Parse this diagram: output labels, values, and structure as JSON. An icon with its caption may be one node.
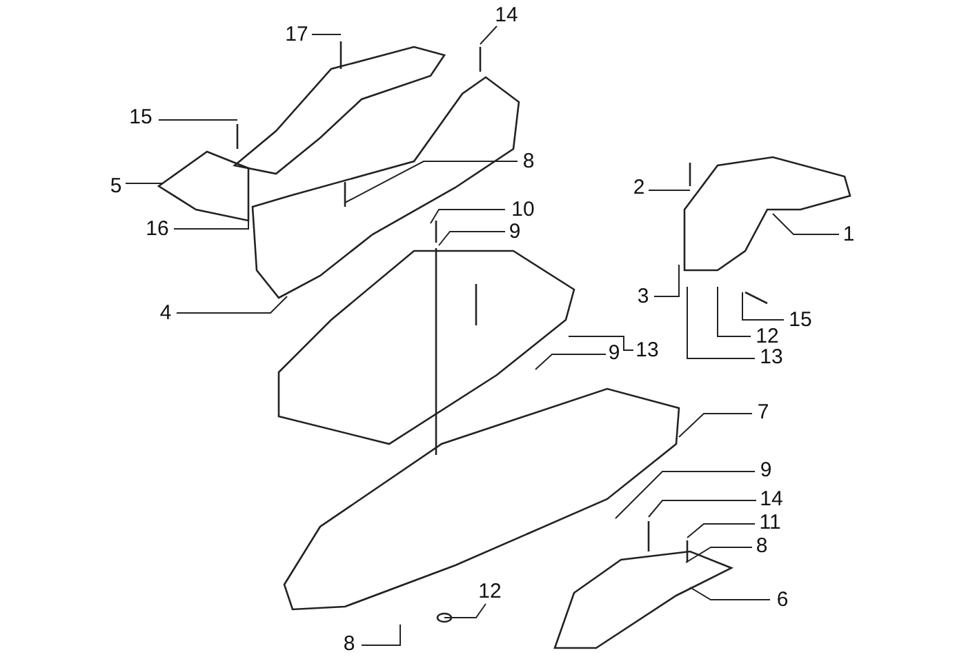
{
  "diagram": {
    "nodes": [
      {
        "text": [
          "17"
        ]
      },
      {
        "text": [
          "14"
        ]
      },
      {
        "text": [
          "15"
        ]
      },
      {
        "text": [
          "5"
        ]
      },
      {
        "text": [
          "16"
        ]
      },
      {
        "text": [
          "8"
        ]
      },
      {
        "text": [
          "10"
        ]
      },
      {
        "text": [
          "9"
        ]
      },
      {
        "text": [
          "4"
        ]
      },
      {
        "text": [
          "2"
        ]
      },
      {
        "text": [
          "1"
        ]
      },
      {
        "text": [
          "3"
        ]
      },
      {
        "text": [
          "15"
        ]
      },
      {
        "text": [
          "12"
        ]
      },
      {
        "text": [
          "13"
        ]
      },
      {
        "text": [
          "9"
        ]
      },
      {
        "text": [
          "13"
        ]
      },
      {
        "text": [
          "7"
        ]
      },
      {
        "text": [
          "9"
        ]
      },
      {
        "text": [
          "14"
        ]
      },
      {
        "text": [
          "11"
        ]
      },
      {
        "text": [
          "8"
        ]
      },
      {
        "text": [
          "6"
        ]
      },
      {
        "text": [
          "12"
        ]
      },
      {
        "text": [
          "8"
        ]
      }
    ],
    "edges": [
      {
        "from": 0,
        "to": null,
        "arrow": "none"
      },
      {
        "from": 1,
        "to": null,
        "arrow": "none"
      },
      {
        "from": 2,
        "to": null,
        "arrow": "none"
      },
      {
        "from": 3,
        "to": null,
        "arrow": "none"
      },
      {
        "from": 4,
        "to": null,
        "arrow": "none"
      },
      {
        "from": 5,
        "to": null,
        "arrow": "none"
      },
      {
        "from": 6,
        "to": null,
        "arrow": "none"
      },
      {
        "from": 7,
        "to": null,
        "arrow": "none"
      },
      {
        "from": 8,
        "to": null,
        "arrow": "none"
      },
      {
        "from": 9,
        "to": null,
        "arrow": "none"
      },
      {
        "from": 10,
        "to": null,
        "arrow": "none"
      },
      {
        "from": 11,
        "to": null,
        "arrow": "none"
      },
      {
        "from": 12,
        "to": null,
        "arrow": "none"
      },
      {
        "from": 13,
        "to": null,
        "arrow": "none"
      },
      {
        "from": 14,
        "to": null,
        "arrow": "none"
      },
      {
        "from": 15,
        "to": null,
        "arrow": "none"
      },
      {
        "from": 16,
        "to": null,
        "arrow": "none"
      },
      {
        "from": 17,
        "to": null,
        "arrow": "none"
      },
      {
        "from": 18,
        "to": null,
        "arrow": "none"
      },
      {
        "from": 19,
        "to": null,
        "arrow": "none"
      },
      {
        "from": 20,
        "to": null,
        "arrow": "none"
      },
      {
        "from": 21,
        "to": null,
        "arrow": "none"
      },
      {
        "from": 22,
        "to": null,
        "arrow": "none"
      },
      {
        "from": 23,
        "to": null,
        "arrow": "none"
      },
      {
        "from": 24,
        "to": null,
        "arrow": "none"
      }
    ]
  }
}
